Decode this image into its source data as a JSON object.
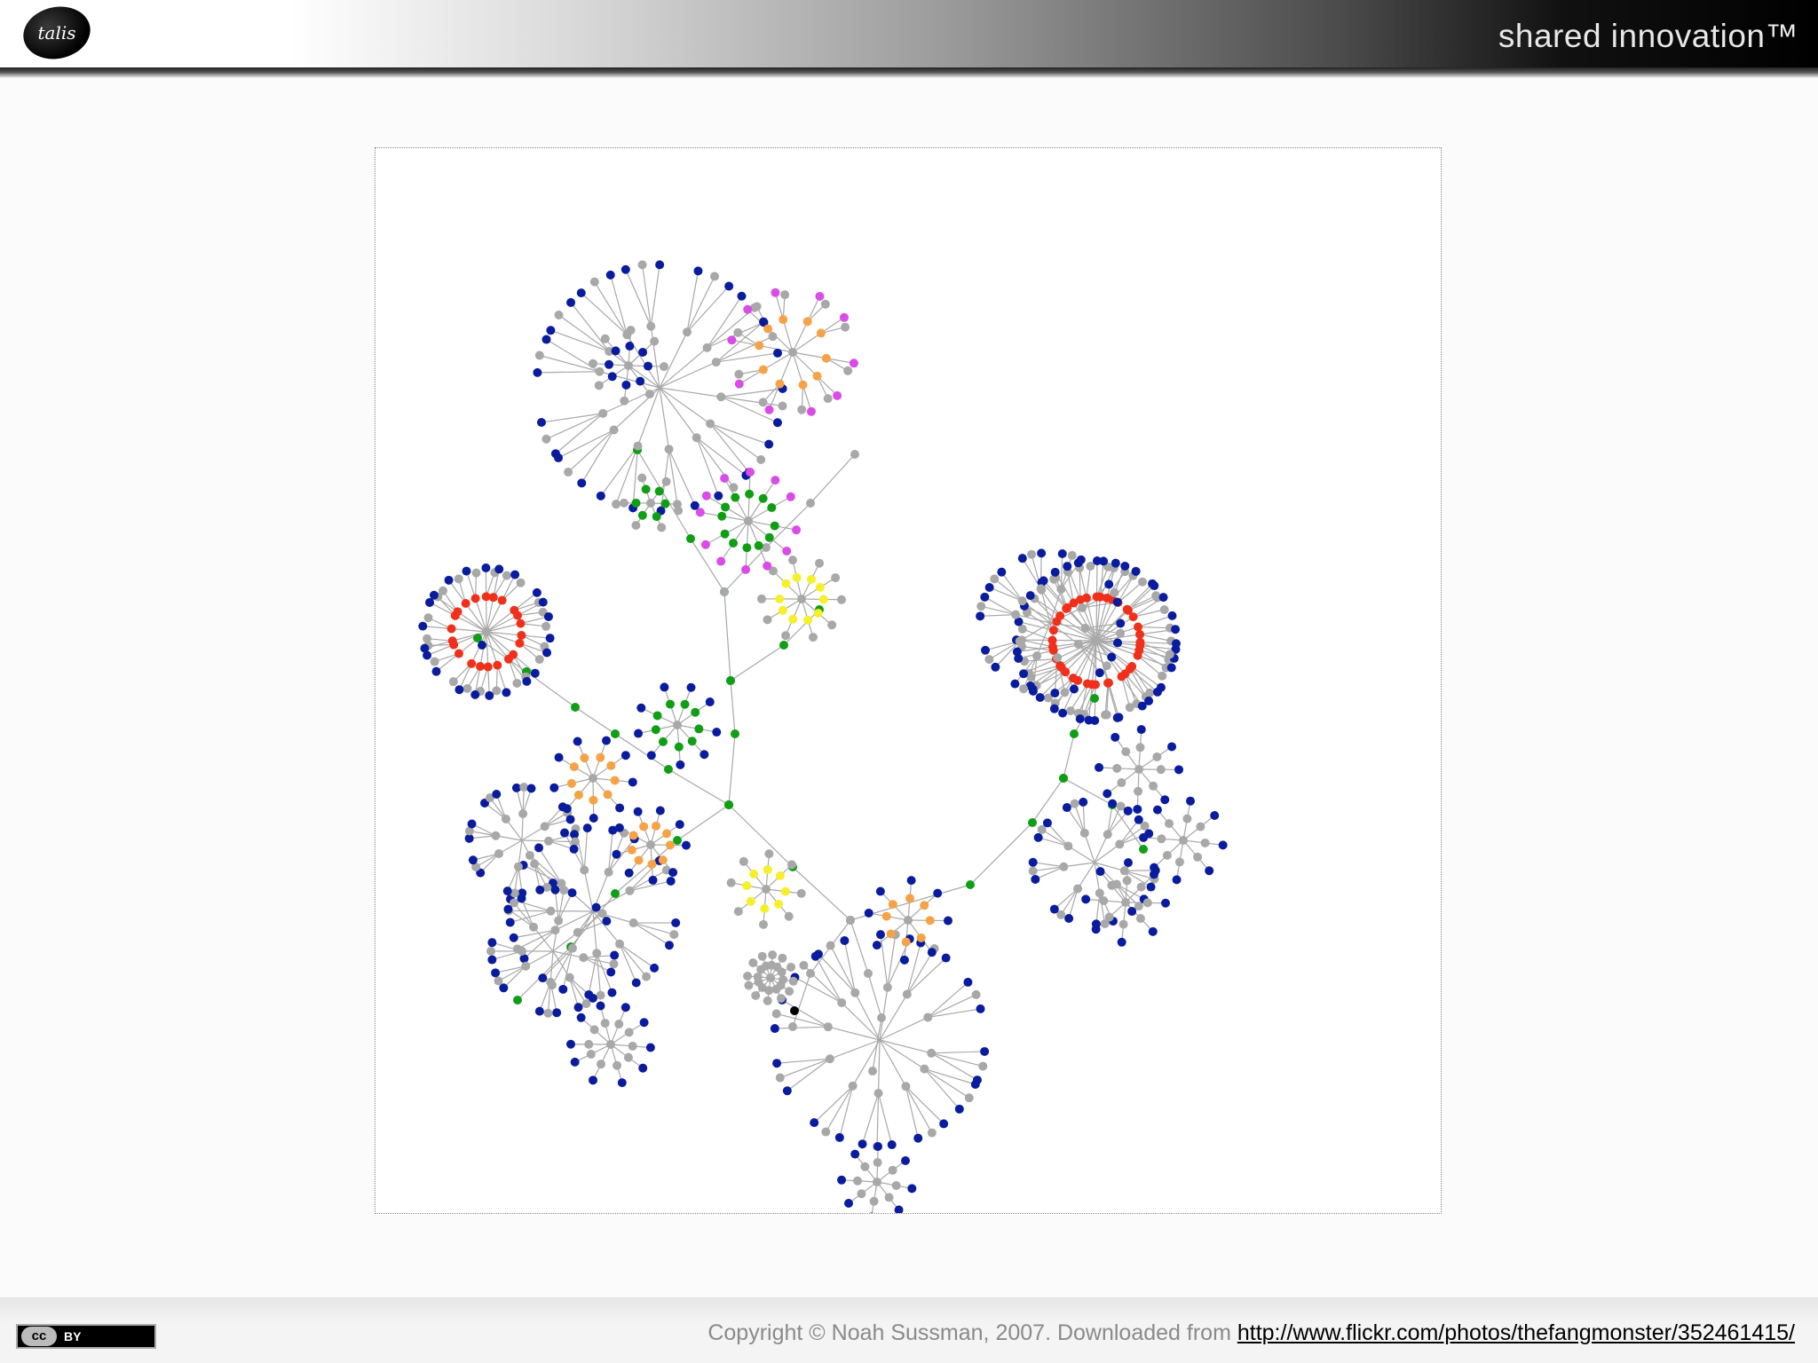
{
  "header": {
    "logo_text": "talis",
    "tagline": "shared innovation™"
  },
  "colors": {
    "gray": "#a8a8a8",
    "blue": "#0a1c9e",
    "red": "#f0301a",
    "green": "#0f9e14",
    "orange": "#f5a346",
    "magenta": "#d94ce8",
    "yellow": "#f5f02a",
    "black": "#000000",
    "edge": "#a8a8a8"
  },
  "footer": {
    "license_label": "BY",
    "license_symbol": "cc",
    "copyright_text": "Copyright © Noah Sussman, 2007. Downloaded from",
    "link_text": "http://www.flickr.com/photos/thefangmonster/352461415/"
  }
}
